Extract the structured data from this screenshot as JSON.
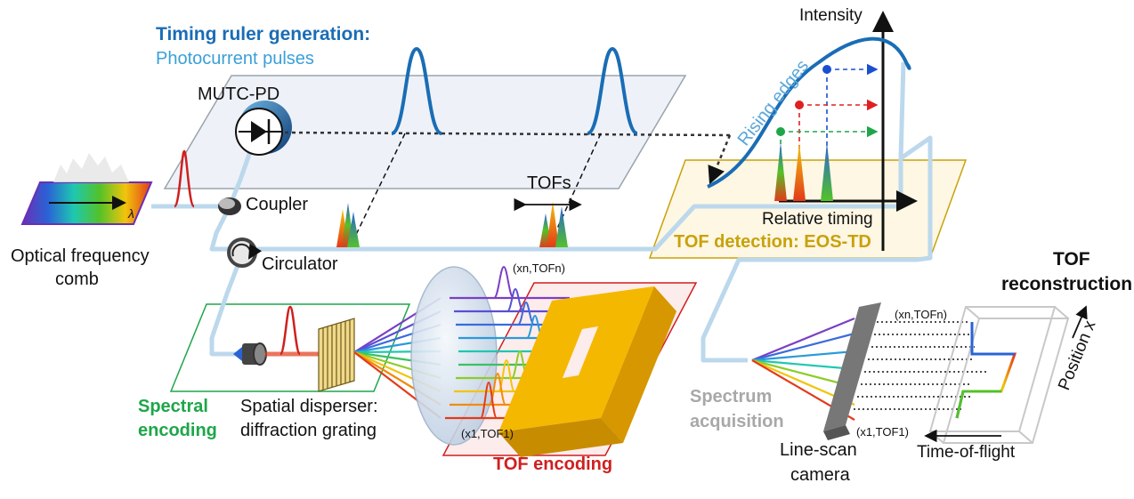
{
  "labels": {
    "timing_title": "Timing ruler generation:",
    "timing_sub": "Photocurrent pulses",
    "mutc_pd": "MUTC-PD",
    "coupler": "Coupler",
    "circulator": "Circulator",
    "ofc_line1": "Optical frequency",
    "ofc_line2": "comb",
    "lambda": "λ",
    "tofs": "TOFs",
    "intensity": "Intensity",
    "rising_edges": "Rising edges",
    "relative_timing": "Relative timing",
    "tof_detection": "TOF detection: EOS-TD",
    "spectral_encoding_1": "Spectral",
    "spectral_encoding_2": "encoding",
    "disperser_1": "Spatial disperser:",
    "disperser_2": "diffraction grating",
    "xn_tofn_top": "(xn,TOFn)",
    "x1_tof1_bottom": "(x1,TOF1)",
    "tof_encoding": "TOF encoding",
    "spectrum_1": "Spectrum",
    "spectrum_2": "acquisition",
    "linescan_1": "Line-scan",
    "linescan_2": "camera",
    "xn_tofn_right": "(xn,TOFn)",
    "x1_tof1_right": "(x1,TOF1)",
    "time_of_flight": "Time-of-flight",
    "position_x": "Position x",
    "tof_recon_1": "TOF",
    "tof_recon_2": "reconstruction"
  },
  "colors": {
    "blue_title": "#1a6db5",
    "light_blue": "#3aa0d8",
    "gold": "#c9a10a",
    "green": "#1ea64a",
    "red": "#d01f1f",
    "gray": "#a8a8a8",
    "fiber": "#bcd8ec",
    "object": "#f5b800"
  }
}
